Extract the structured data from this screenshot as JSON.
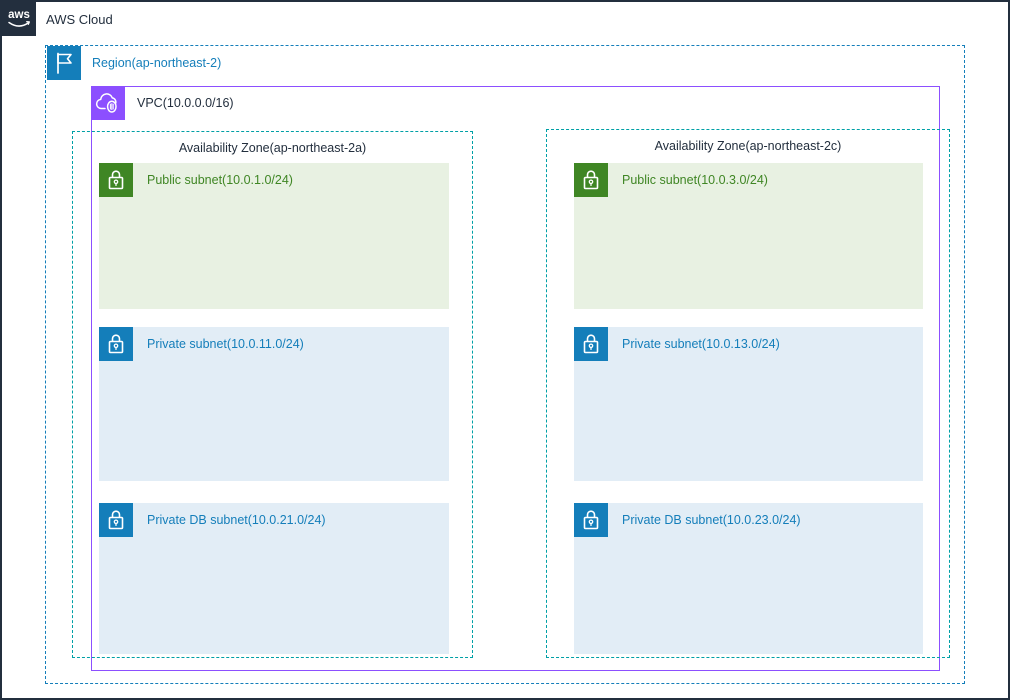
{
  "aws_cloud": {
    "label": "AWS Cloud",
    "logo_icon": "aws-smile-logo"
  },
  "region": {
    "label": "Region(ap-northeast-2)",
    "icon": "flag-icon",
    "border_color": "#147EBA"
  },
  "vpc": {
    "label": "VPC(10.0.0.0/16)",
    "icon": "vpc-cloud-icon",
    "border_color": "#8C4FFF"
  },
  "availability_zones": [
    {
      "label": "Availability Zone(ap-northeast-2a)",
      "subnets": [
        {
          "type": "public",
          "label": "Public subnet(10.0.1.0/24)",
          "icon": "lock-icon"
        },
        {
          "type": "private",
          "label": "Private subnet(10.0.11.0/24)",
          "icon": "lock-icon"
        },
        {
          "type": "private",
          "label": "Private DB subnet(10.0.21.0/24)",
          "icon": "lock-icon"
        }
      ]
    },
    {
      "label": "Availability Zone(ap-northeast-2c)",
      "subnets": [
        {
          "type": "public",
          "label": "Public subnet(10.0.3.0/24)",
          "icon": "lock-icon"
        },
        {
          "type": "private",
          "label": "Private subnet(10.0.13.0/24)",
          "icon": "lock-icon"
        },
        {
          "type": "private",
          "label": "Private DB subnet(10.0.23.0/24)",
          "icon": "lock-icon"
        }
      ]
    }
  ],
  "colors": {
    "aws_dark": "#232F3E",
    "region_blue": "#147EBA",
    "az_teal": "#00A0A6",
    "vpc_purple": "#8C4FFF",
    "public_green": "#3F8624",
    "public_fill": "#E8F1E2",
    "private_blue": "#147EBA",
    "private_fill": "#E2EDF6"
  }
}
